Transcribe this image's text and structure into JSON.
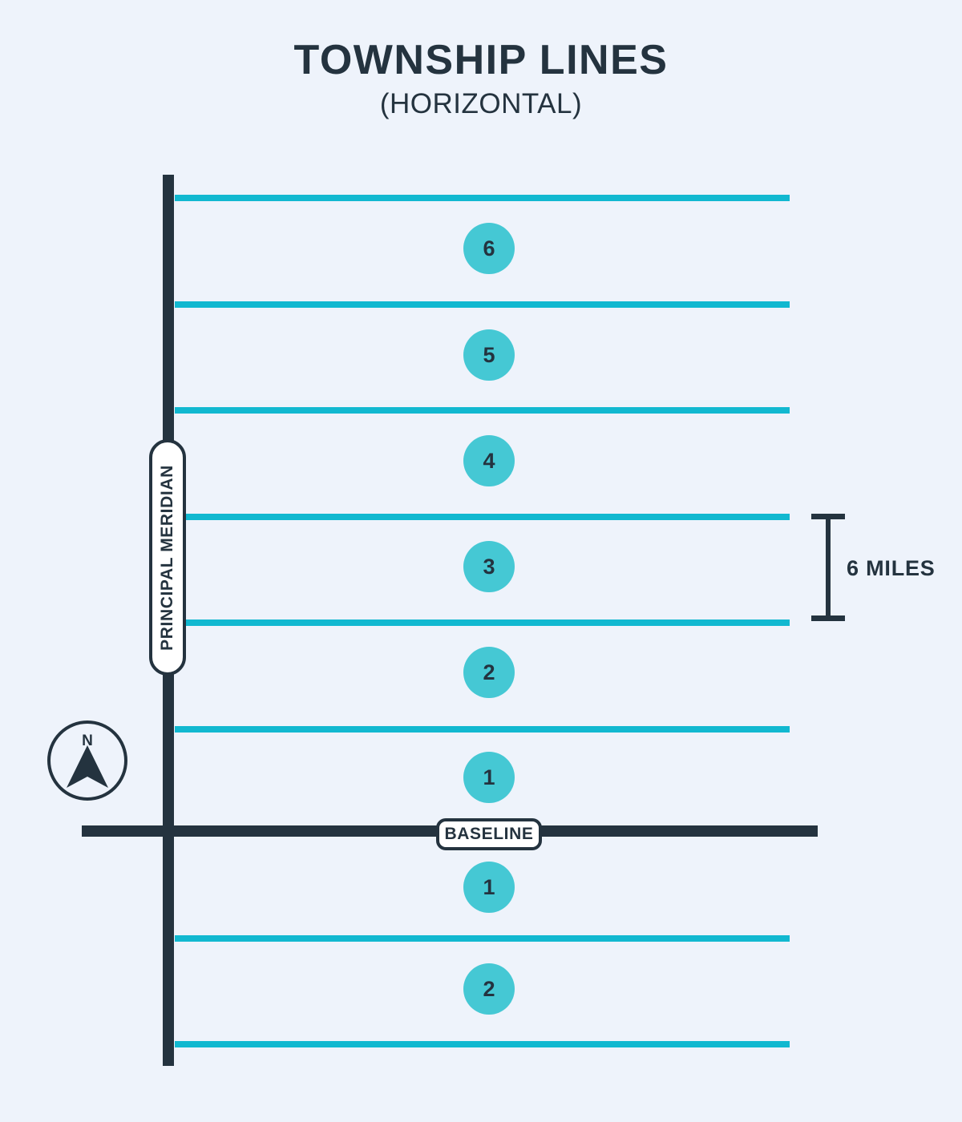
{
  "page": {
    "background_color": "#eef3fb",
    "dark_color": "#24333f",
    "line_teal": "#11b8d0",
    "circle_teal": "#45c8d4"
  },
  "title": {
    "main": "TOWNSHIP LINES",
    "sub": "(HORIZONTAL)"
  },
  "labels": {
    "baseline": "BASELINE",
    "principal_meridian": "PRINCIPAL MERIDIAN",
    "measure": "6 MILES",
    "compass_north": "N"
  },
  "chart_data": {
    "type": "diagram",
    "title": "TOWNSHIP LINES (HORIZONTAL)",
    "description": "Public Land Survey System diagram showing horizontal township lines spaced 6 miles apart, numbered north and south from a baseline, crossing a vertical principal meridian.",
    "axis_reference": {
      "vertical_axis": "PRINCIPAL MERIDIAN",
      "horizontal_axis": "BASELINE"
    },
    "spacing_label": "6 MILES",
    "spacing_miles": 6,
    "townships_north": [
      {
        "number": "6"
      },
      {
        "number": "5"
      },
      {
        "number": "4"
      },
      {
        "number": "3"
      },
      {
        "number": "2"
      },
      {
        "number": "1"
      }
    ],
    "townships_south": [
      {
        "number": "1"
      },
      {
        "number": "2"
      }
    ],
    "township_lines_count": 9,
    "legend": [],
    "grid": false
  },
  "icons": {
    "compass": "compass-rose-icon"
  }
}
